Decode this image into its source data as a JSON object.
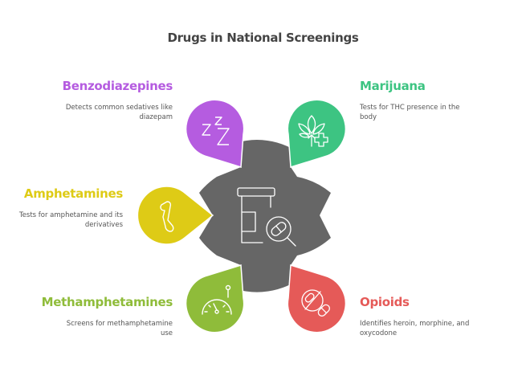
{
  "title": "Drugs in National Screenings",
  "center": {
    "icon": "pill-bottle-magnifier-icon",
    "color": "#666666"
  },
  "items": [
    {
      "key": "benzodiazepines",
      "title": "Benzodiazepines",
      "description_lines": [
        "Detects common sedatives like",
        "diazepam"
      ],
      "color": "#B55CE0",
      "icon": "sleep-zzz-icon",
      "position": "top-left"
    },
    {
      "key": "marijuana",
      "title": "Marijuana",
      "description_lines": [
        "Tests for THC presence in the",
        "body"
      ],
      "color": "#3DC482",
      "icon": "cannabis-leaf-plus-icon",
      "position": "top-right"
    },
    {
      "key": "amphetamines",
      "title": "Amphetamines",
      "description_lines": [
        "Tests for amphetamine and its",
        "derivatives"
      ],
      "color": "#DECB16",
      "icon": "molecule-chain-icon",
      "position": "left"
    },
    {
      "key": "methamphetamines",
      "title": "Methamphetamines",
      "description_lines": [
        "Screens for methamphetamine",
        "use"
      ],
      "color": "#8FBC3A",
      "icon": "speedometer-gauge-icon",
      "position": "bottom-left"
    },
    {
      "key": "opioids",
      "title": "Opioids",
      "description_lines": [
        "Identifies heroin, morphine, and",
        "oxycodone"
      ],
      "color": "#E55A58",
      "icon": "no-pills-icon",
      "position": "bottom-right"
    }
  ]
}
